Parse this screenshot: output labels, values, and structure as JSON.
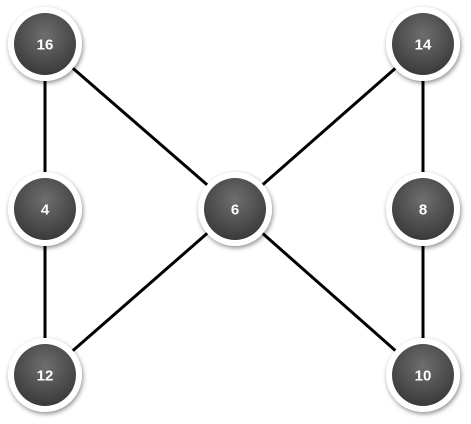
{
  "graph": {
    "nodes": [
      {
        "id": "n16",
        "label": "16"
      },
      {
        "id": "n14",
        "label": "14"
      },
      {
        "id": "n4",
        "label": "4"
      },
      {
        "id": "n6",
        "label": "6"
      },
      {
        "id": "n8",
        "label": "8"
      },
      {
        "id": "n12",
        "label": "12"
      },
      {
        "id": "n10",
        "label": "10"
      }
    ],
    "edges": [
      {
        "from": "n16",
        "to": "n4"
      },
      {
        "from": "n16",
        "to": "n6"
      },
      {
        "from": "n4",
        "to": "n12"
      },
      {
        "from": "n12",
        "to": "n6"
      },
      {
        "from": "n14",
        "to": "n6"
      },
      {
        "from": "n14",
        "to": "n8"
      },
      {
        "from": "n8",
        "to": "n10"
      },
      {
        "from": "n6",
        "to": "n10"
      }
    ]
  },
  "colors": {
    "node_fill_top": "#6e6e6e",
    "node_fill_bottom": "#3a3a3a",
    "node_ring": "#ffffff",
    "edge": "#000000",
    "label": "#ffffff"
  }
}
